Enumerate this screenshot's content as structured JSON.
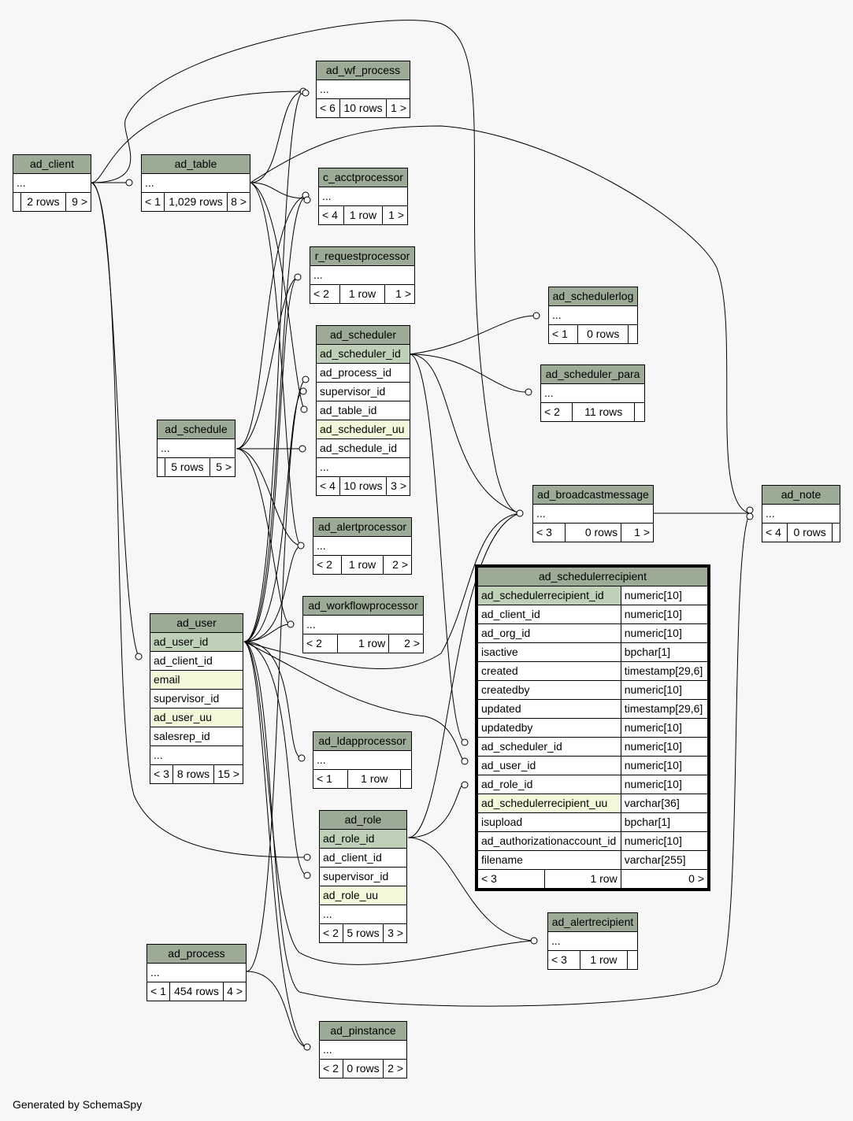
{
  "tables": {
    "ad_wf_process": {
      "name": "ad_wf_process",
      "rows": [
        "..."
      ],
      "stats": [
        "< 6",
        "10 rows",
        "1 >"
      ]
    },
    "ad_client": {
      "name": "ad_client",
      "rows": [
        "..."
      ],
      "stats": [
        "",
        "2 rows",
        "9 >"
      ]
    },
    "ad_table": {
      "name": "ad_table",
      "rows": [
        "..."
      ],
      "stats": [
        "< 1",
        "1,029 rows",
        "8 >"
      ]
    },
    "c_acctprocessor": {
      "name": "c_acctprocessor",
      "rows": [
        "..."
      ],
      "stats": [
        "< 4",
        "1 row",
        "1 >"
      ]
    },
    "r_requestprocessor": {
      "name": "r_requestprocessor",
      "rows": [
        "..."
      ],
      "stats": [
        "< 2",
        "1 row",
        "1 >"
      ]
    },
    "ad_schedulerlog": {
      "name": "ad_schedulerlog",
      "rows": [
        "..."
      ],
      "stats": [
        "< 1",
        "0 rows",
        ""
      ]
    },
    "ad_scheduler": {
      "name": "ad_scheduler",
      "rows": [
        "ad_scheduler_id",
        "ad_process_id",
        "supervisor_id",
        "ad_table_id",
        "ad_scheduler_uu",
        "ad_schedule_id",
        "..."
      ],
      "stats": [
        "< 4",
        "10 rows",
        "3 >"
      ]
    },
    "ad_scheduler_para": {
      "name": "ad_scheduler_para",
      "rows": [
        "..."
      ],
      "stats": [
        "< 2",
        "11 rows",
        ""
      ]
    },
    "ad_schedule": {
      "name": "ad_schedule",
      "rows": [
        "..."
      ],
      "stats": [
        "",
        "5 rows",
        "5 >"
      ]
    },
    "ad_broadcastmessage": {
      "name": "ad_broadcastmessage",
      "rows": [
        "..."
      ],
      "stats": [
        "< 3",
        "0 rows",
        "1 >"
      ]
    },
    "ad_note": {
      "name": "ad_note",
      "rows": [
        "..."
      ],
      "stats": [
        "< 4",
        "0 rows",
        ""
      ]
    },
    "ad_alertprocessor": {
      "name": "ad_alertprocessor",
      "rows": [
        "..."
      ],
      "stats": [
        "< 2",
        "1 row",
        "2 >"
      ]
    },
    "ad_workflowprocessor": {
      "name": "ad_workflowprocessor",
      "rows": [
        "..."
      ],
      "stats": [
        "< 2",
        "1 row",
        "2 >"
      ]
    },
    "ad_user": {
      "name": "ad_user",
      "rows": [
        "ad_user_id",
        "ad_client_id",
        "email",
        "supervisor_id",
        "ad_user_uu",
        "salesrep_id",
        "..."
      ],
      "stats": [
        "< 3",
        "8 rows",
        "15 >"
      ]
    },
    "ad_ldapprocessor": {
      "name": "ad_ldapprocessor",
      "rows": [
        "..."
      ],
      "stats": [
        "< 1",
        "1 row",
        ""
      ]
    },
    "ad_role": {
      "name": "ad_role",
      "rows": [
        "ad_role_id",
        "ad_client_id",
        "supervisor_id",
        "ad_role_uu",
        "..."
      ],
      "stats": [
        "< 2",
        "5 rows",
        "3 >"
      ]
    },
    "ad_alertrecipient": {
      "name": "ad_alertrecipient",
      "rows": [
        "..."
      ],
      "stats": [
        "< 3",
        "1 row",
        ""
      ]
    },
    "ad_process": {
      "name": "ad_process",
      "rows": [
        "..."
      ],
      "stats": [
        "< 1",
        "454 rows",
        "4 >"
      ]
    },
    "ad_pinstance": {
      "name": "ad_pinstance",
      "rows": [
        "..."
      ],
      "stats": [
        "< 2",
        "0 rows",
        "2 >"
      ]
    }
  },
  "focus_table": {
    "name": "ad_schedulerrecipient",
    "columns": [
      [
        "ad_schedulerrecipient_id",
        "numeric[10]"
      ],
      [
        "ad_client_id",
        "numeric[10]"
      ],
      [
        "ad_org_id",
        "numeric[10]"
      ],
      [
        "isactive",
        "bpchar[1]"
      ],
      [
        "created",
        "timestamp[29,6]"
      ],
      [
        "createdby",
        "numeric[10]"
      ],
      [
        "updated",
        "timestamp[29,6]"
      ],
      [
        "updatedby",
        "numeric[10]"
      ],
      [
        "ad_scheduler_id",
        "numeric[10]"
      ],
      [
        "ad_user_id",
        "numeric[10]"
      ],
      [
        "ad_role_id",
        "numeric[10]"
      ],
      [
        "ad_schedulerrecipient_uu",
        "varchar[36]"
      ],
      [
        "isupload",
        "bpchar[1]"
      ],
      [
        "ad_authorizationaccount_id",
        "numeric[10]"
      ],
      [
        "filename",
        "varchar[255]"
      ]
    ],
    "stats": [
      "< 3",
      "1 row",
      "0 >"
    ]
  },
  "footer": "Generated by SchemaSpy",
  "colors": {
    "header": "#9bab96",
    "primary_key": "#bed1b8",
    "indexed": "#f4f7da",
    "background": "#f7f7f7"
  }
}
